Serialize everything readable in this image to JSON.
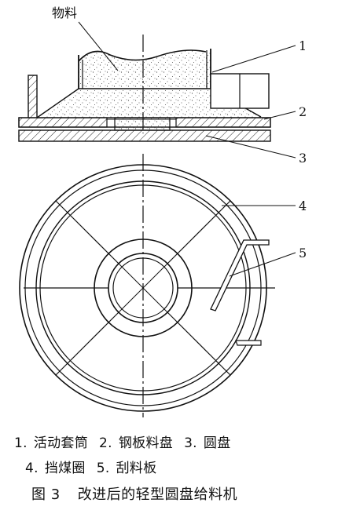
{
  "figure": {
    "material_label": "物料",
    "callouts": [
      "1",
      "2",
      "3",
      "4",
      "5"
    ]
  },
  "legend": [
    {
      "number": "1.",
      "label": "活动套筒"
    },
    {
      "number": "2.",
      "label": "钢板料盘"
    },
    {
      "number": "3.",
      "label": "圆盘"
    },
    {
      "number": "4.",
      "label": "挡煤圈"
    },
    {
      "number": "5.",
      "label": "刮料板"
    }
  ],
  "caption": {
    "figure_number": "图 3",
    "title": "改进后的轻型圆盘给料机"
  }
}
